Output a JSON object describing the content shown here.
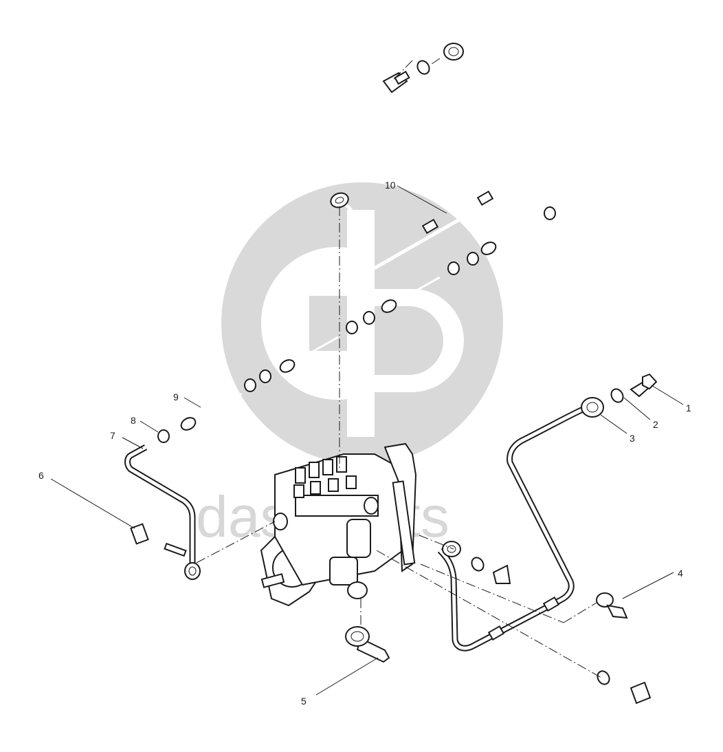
{
  "watermark": {
    "text": "dast parts",
    "color": "#d7d7d7"
  },
  "callouts": [
    {
      "label": "1"
    },
    {
      "label": "2"
    },
    {
      "label": "3"
    },
    {
      "label": "4"
    },
    {
      "label": "5"
    },
    {
      "label": "6"
    },
    {
      "label": "7"
    },
    {
      "label": "8"
    },
    {
      "label": "9"
    },
    {
      "label": "10"
    }
  ],
  "colors": {
    "line": "#1a1a1a",
    "background": "#ffffff"
  }
}
